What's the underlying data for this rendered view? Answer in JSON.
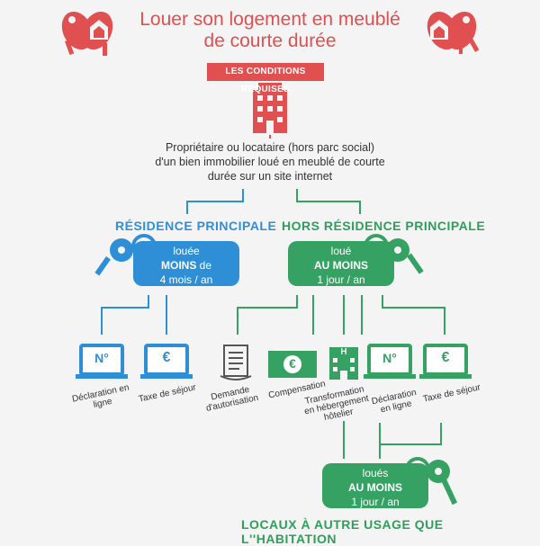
{
  "title": {
    "line1": "Louer son logement en meublé",
    "line2": "de courte durée"
  },
  "badge": "LES CONDITIONS REQUISES",
  "owner_text": {
    "line1": "Propriétaire ou locataire (hors parc social)",
    "line2": "d'un bien immobilier loué en meublé de courte",
    "line3": "durée sur un site internet"
  },
  "residence_principale": {
    "heading": "RÉSIDENCE PRINCIPALE",
    "pill": {
      "line1": "louée",
      "bold": "MOINS",
      "bold_suffix": " de",
      "line3": "4 mois / an"
    },
    "items": [
      {
        "label": "Déclaration en ligne",
        "icon": "laptop-numero-icon",
        "glyph": "N°"
      },
      {
        "label": "Taxe de séjour",
        "icon": "laptop-euro-icon",
        "glyph": "€"
      }
    ]
  },
  "hors_residence_principale": {
    "heading": "HORS RÉSIDENCE PRINCIPALE",
    "pill": {
      "line1": "loué",
      "bold": "AU MOINS",
      "line3": "1 jour / an"
    },
    "items": [
      {
        "label": "Demande d'autorisation",
        "icon": "document-icon"
      },
      {
        "label": "Compensation",
        "icon": "banknote-euro-icon",
        "glyph": "€"
      },
      {
        "label": "Transformation en hébergement hôtelier",
        "icon": "hotel-building-icon"
      },
      {
        "label": "Déclaration en ligne",
        "icon": "laptop-numero-icon",
        "glyph": "N°"
      },
      {
        "label": "Taxe de séjour",
        "icon": "laptop-euro-icon",
        "glyph": "€"
      }
    ]
  },
  "locaux": {
    "pill": {
      "line1": "loués",
      "bold": "AU MOINS",
      "line3": "1 jour / an"
    },
    "footer": "LOCAUX À AUTRE USAGE QUE L''HABITATION"
  },
  "colors": {
    "red": "#e05050",
    "blue": "#2e8fd6",
    "green": "#35a162",
    "teal": "#2aa58f"
  }
}
